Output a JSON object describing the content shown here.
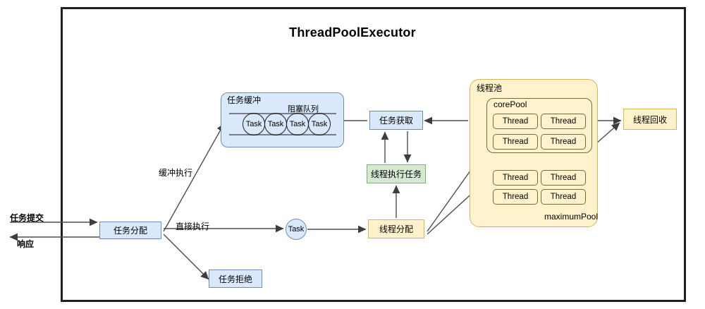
{
  "diagram": {
    "title": "ThreadPoolExecutor",
    "frame_border_color": "#1f1f1f",
    "palette": {
      "blue_fill": "#dae8fc",
      "blue_stroke": "#6c8ebf",
      "green_fill": "#d5e8d4",
      "green_stroke": "#82b366",
      "yellow_fill": "#fff2cc",
      "yellow_stroke": "#d6b656",
      "orange_fill": "#ffe6cc",
      "orange_stroke": "#d79b00",
      "edge": "#4d4d4d"
    }
  },
  "external": {
    "submit_label": "任务提交",
    "response_label": "响应"
  },
  "nodes": {
    "task_alloc": "任务分配",
    "task_buffer": "任务缓冲",
    "blocking_queue": "阻塞队列",
    "task_reject": "任务拒绝",
    "task_fetch": "任务获取",
    "thread_exec_task": "线程执行任务",
    "thread_alloc": "线程分配",
    "task_circle": "Task",
    "thread_pool": "线程池",
    "core_pool": "corePool",
    "maximum_pool": "maximumPool",
    "thread_recycle": "线程回收"
  },
  "queue_tasks": [
    "Task",
    "Task",
    "Task",
    "Task"
  ],
  "threads": {
    "core": [
      "Thread",
      "Thread",
      "Thread",
      "Thread"
    ],
    "maximum": [
      "Thread",
      "Thread",
      "Thread",
      "Thread"
    ]
  },
  "edge_labels": {
    "buffer_exec": "缓冲执行",
    "direct_exec": "直接执行"
  }
}
